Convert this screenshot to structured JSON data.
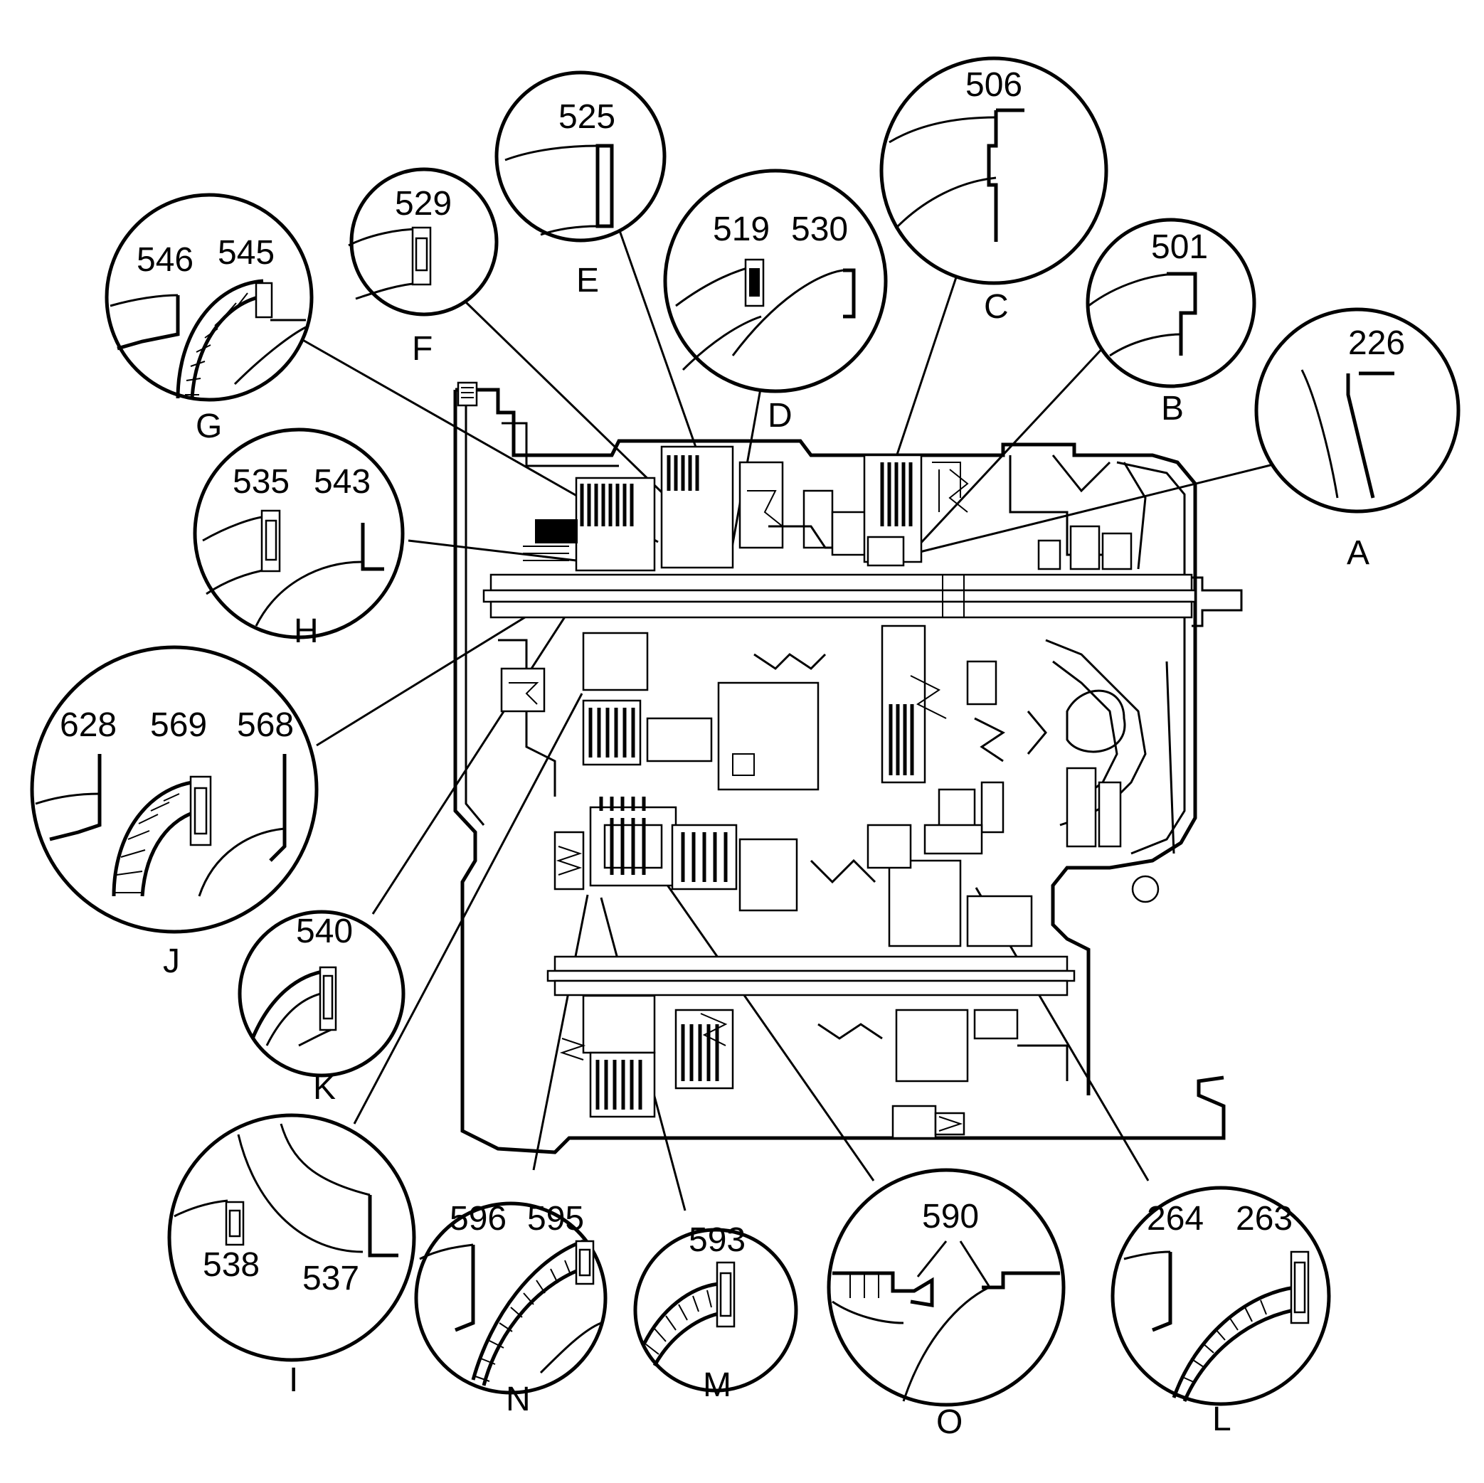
{
  "callouts": [
    {
      "letter": "A",
      "parts": [
        "226"
      ]
    },
    {
      "letter": "B",
      "parts": [
        "501"
      ]
    },
    {
      "letter": "C",
      "parts": [
        "506"
      ]
    },
    {
      "letter": "D",
      "parts": [
        "519",
        "530"
      ]
    },
    {
      "letter": "E",
      "parts": [
        "525"
      ]
    },
    {
      "letter": "F",
      "parts": [
        "529"
      ]
    },
    {
      "letter": "G",
      "parts": [
        "546",
        "545"
      ]
    },
    {
      "letter": "H",
      "parts": [
        "535",
        "543"
      ]
    },
    {
      "letter": "J",
      "parts": [
        "628",
        "569",
        "568"
      ]
    },
    {
      "letter": "K",
      "parts": [
        "540"
      ]
    },
    {
      "letter": "I",
      "parts": [
        "538",
        "537"
      ]
    },
    {
      "letter": "N",
      "parts": [
        "596",
        "595"
      ]
    },
    {
      "letter": "M",
      "parts": [
        "593"
      ]
    },
    {
      "letter": "O",
      "parts": [
        "590"
      ]
    },
    {
      "letter": "L",
      "parts": [
        "264",
        "263"
      ]
    }
  ]
}
